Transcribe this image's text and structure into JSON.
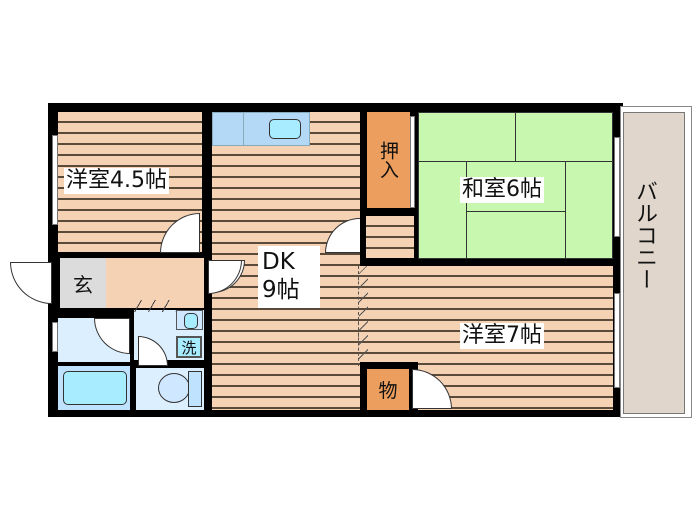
{
  "floor_plan": {
    "rooms": {
      "western_45": {
        "label": "洋室4.5帖"
      },
      "dk": {
        "line1": "DK",
        "line2": "9帖"
      },
      "japanese_6": {
        "label": "和室6帖"
      },
      "western_7": {
        "label": "洋室7帖"
      },
      "oshiire": {
        "label": "押入"
      },
      "storage": {
        "label": "物"
      },
      "entrance": {
        "label": "玄"
      },
      "washer": {
        "label": "洗"
      },
      "balcony": {
        "label": "バルコニー"
      }
    },
    "colors": {
      "flooring": "#f5d2b4",
      "tatami": "#c8f7b0",
      "closet": "#ec9e5e",
      "wet_area": "#dcefff",
      "fixture": "#a8ecff",
      "entrance": "#dcdcdc",
      "balcony": "#e0d6cc",
      "wall": "#000000"
    }
  }
}
